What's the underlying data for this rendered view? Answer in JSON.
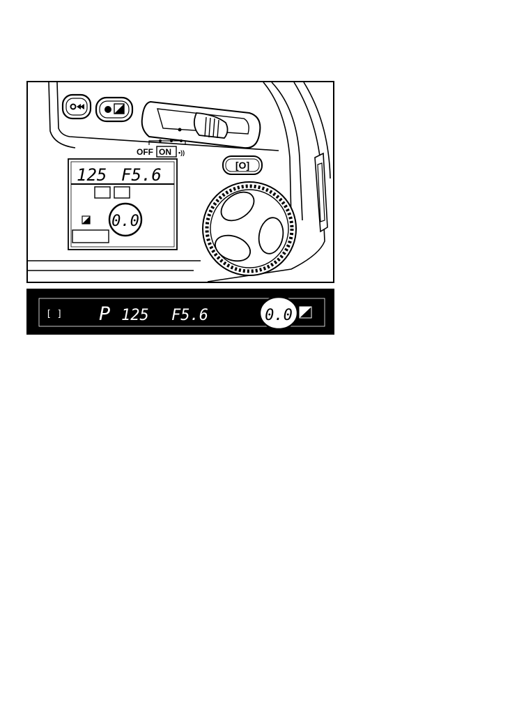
{
  "top_panel": {
    "power_switch": {
      "off_label": "OFF",
      "on_label": "ON",
      "beep_label": "•))"
    },
    "lcd": {
      "shutter_speed": "125",
      "aperture": "F5.6",
      "exposure_compensation": "0.0",
      "exposure_compensation_icon": "exposure-compensation-icon"
    },
    "buttons": {
      "left_button_icon": "mode-rewind-icon",
      "center_button_icon": "exposure-compensation-icon",
      "metering_button_label": "[O]"
    }
  },
  "viewfinder": {
    "focus_bracket": "[ ]",
    "mode": "P",
    "shutter_speed": "125",
    "aperture": "F5.6",
    "exposure_compensation": "0.0",
    "exposure_compensation_icon": "exposure-compensation-icon"
  },
  "colors": {
    "ink": "#000000",
    "paper": "#ffffff"
  }
}
